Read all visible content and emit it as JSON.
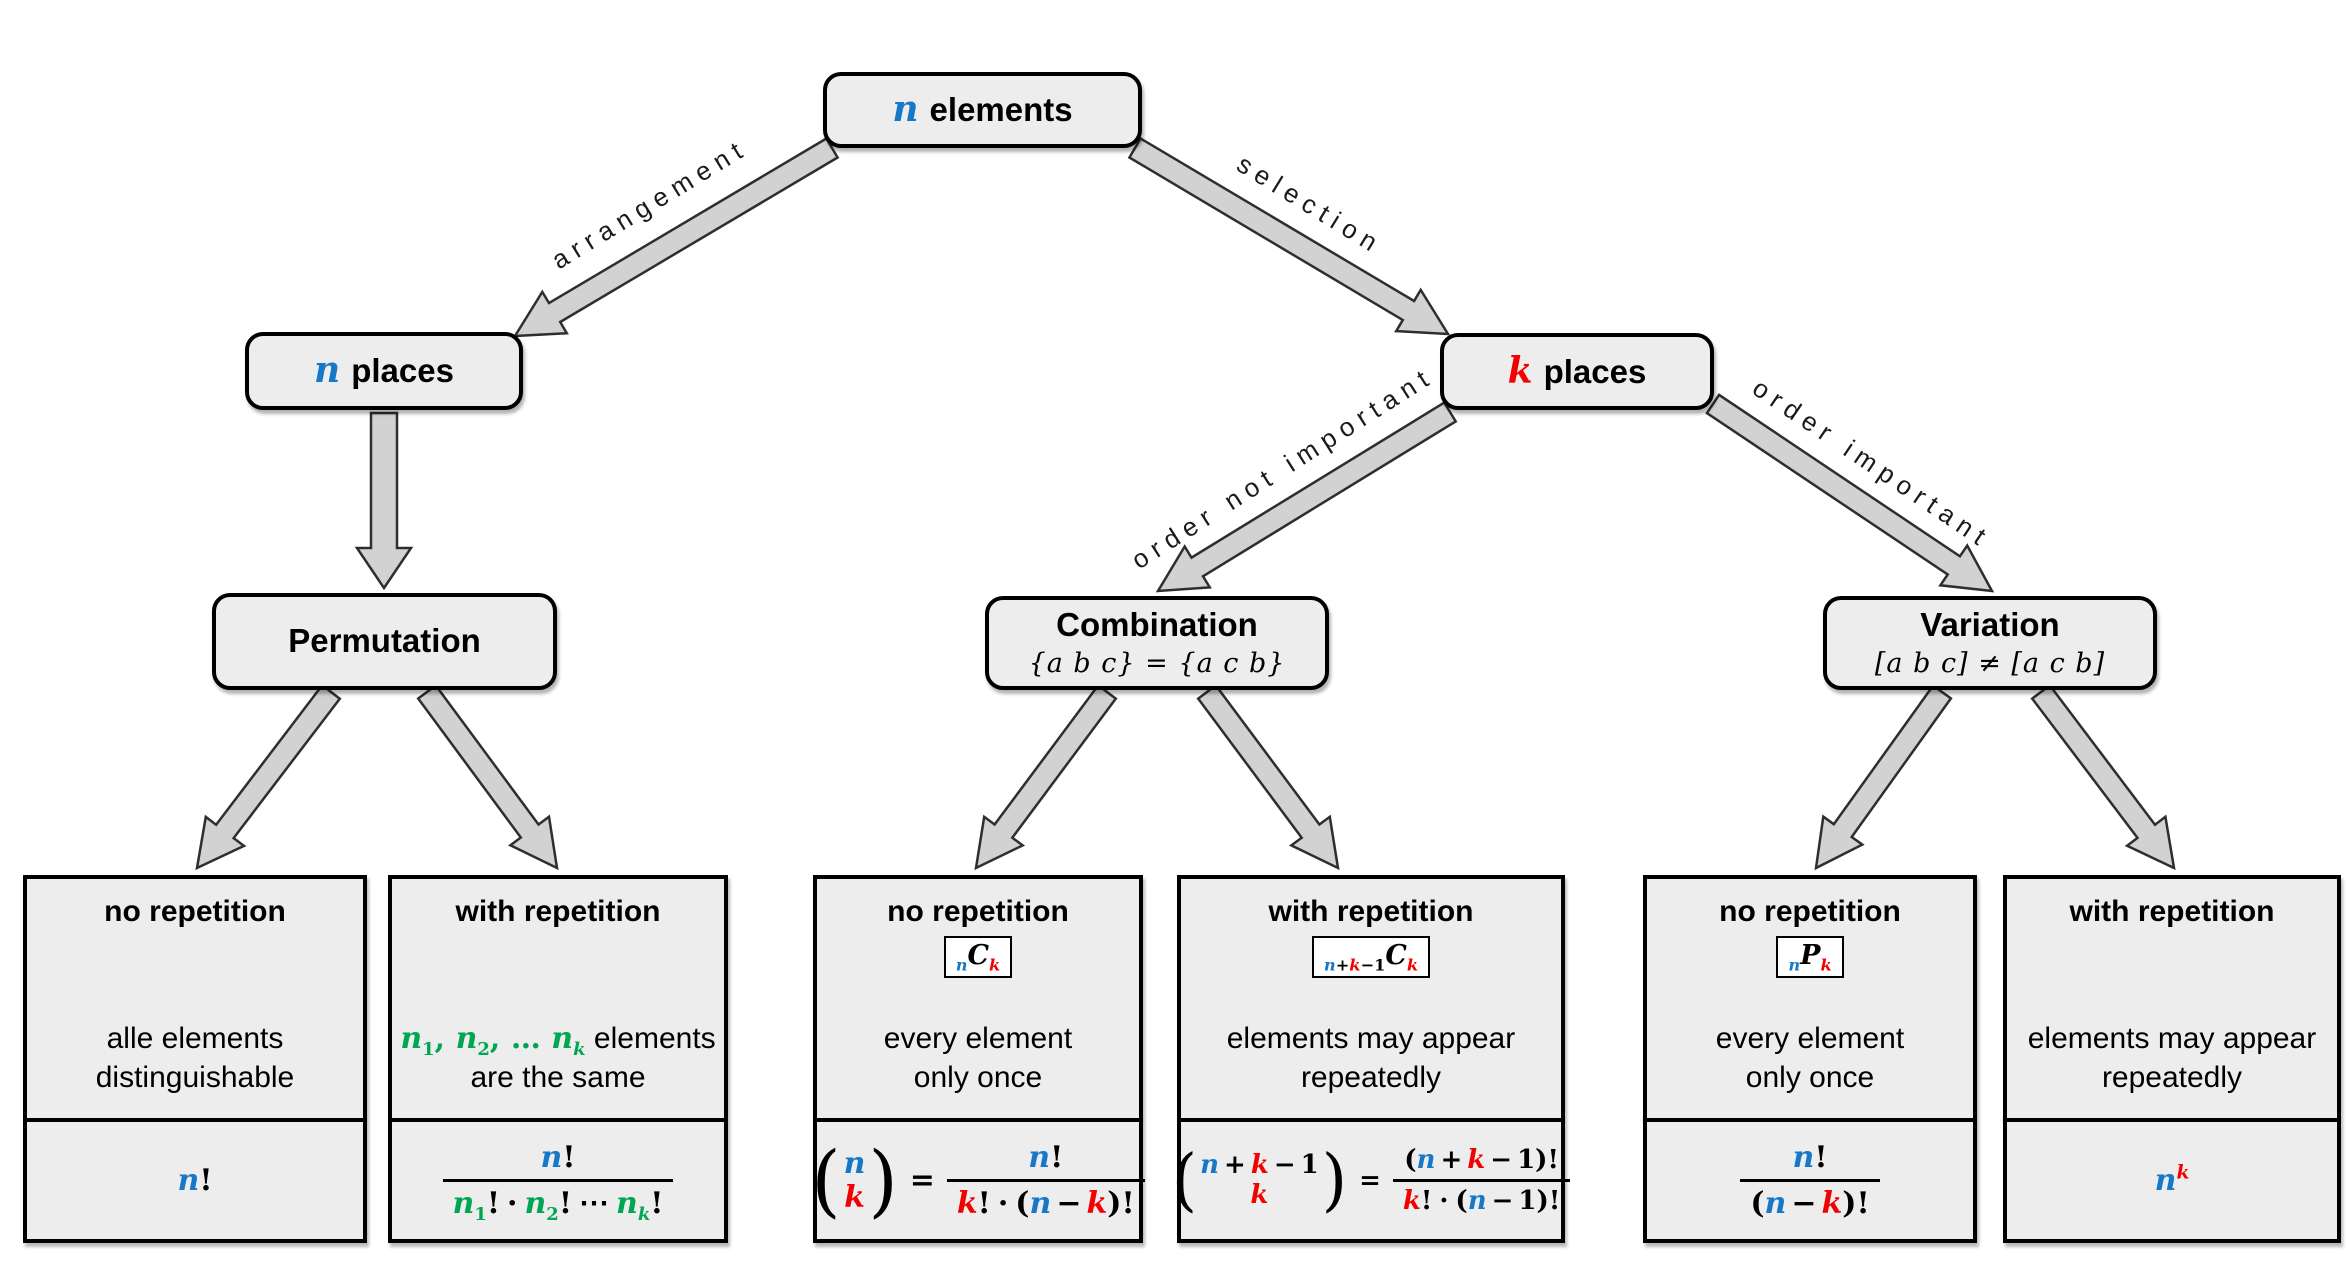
{
  "colors": {
    "blue": "#1778C8",
    "red": "#F40000",
    "green": "#00A651",
    "box_fill": "#EDEDED",
    "border": "#000000",
    "arrow_fill": "#D2D2D2",
    "arrow_stroke": "#2E2E2E"
  },
  "nodes": {
    "root": {
      "var": "n",
      "label": "elements"
    },
    "n_places": {
      "var": "n",
      "label": "places"
    },
    "k_places": {
      "var": "k",
      "label": "places"
    },
    "permutation": {
      "title": "Permutation"
    },
    "combination": {
      "title": "Combination",
      "subtitle": "{a b c} = {a c b}"
    },
    "variation": {
      "title": "Variation",
      "subtitle": "[a b c] ≠ [a c b]"
    }
  },
  "edges": {
    "arrangement": "arrangement",
    "selection": "selection",
    "order_not_important": "order not important",
    "order_important": "order important"
  },
  "sym": {
    "n": "n",
    "k": "k",
    "C": "C",
    "P": "P",
    "fact": "!",
    "cdot": "·",
    "cdots": "⋯",
    "lp": "(",
    "rp": ")",
    "minus": "−",
    "plus": "+",
    "one": "1",
    "two": "2",
    "eq": "=",
    "comma": ",",
    "dots": "…"
  },
  "leaves": {
    "p_no": {
      "header": "no repetition",
      "desc1": "alle elements",
      "desc2": "distinguishable",
      "formula": "n!"
    },
    "p_with": {
      "header": "with repetition",
      "desc1_suffix": "elements",
      "desc2": "are the same",
      "formula": "n! / (n1! · n2! ⋯ nk!)"
    },
    "c_no": {
      "header": "no repetition",
      "symbol": "nCk",
      "desc1": "every element",
      "desc2": "only once",
      "formula": "(n k) = n! / (k! · (n − k)!)"
    },
    "c_with": {
      "header": "with repetition",
      "symbol": "n+k−1Ck",
      "desc1": "elements may appear",
      "desc2": "repeatedly",
      "formula": "(n+k−1 k) = (n+k−1)! / (k! · (n − 1)!)"
    },
    "v_no": {
      "header": "no repetition",
      "symbol": "nPk",
      "desc1": "every element",
      "desc2": "only once",
      "formula": "n! / (n − k)!"
    },
    "v_with": {
      "header": "with repetition",
      "desc1": "elements may appear",
      "desc2": "repeatedly",
      "formula": "n^k"
    }
  }
}
